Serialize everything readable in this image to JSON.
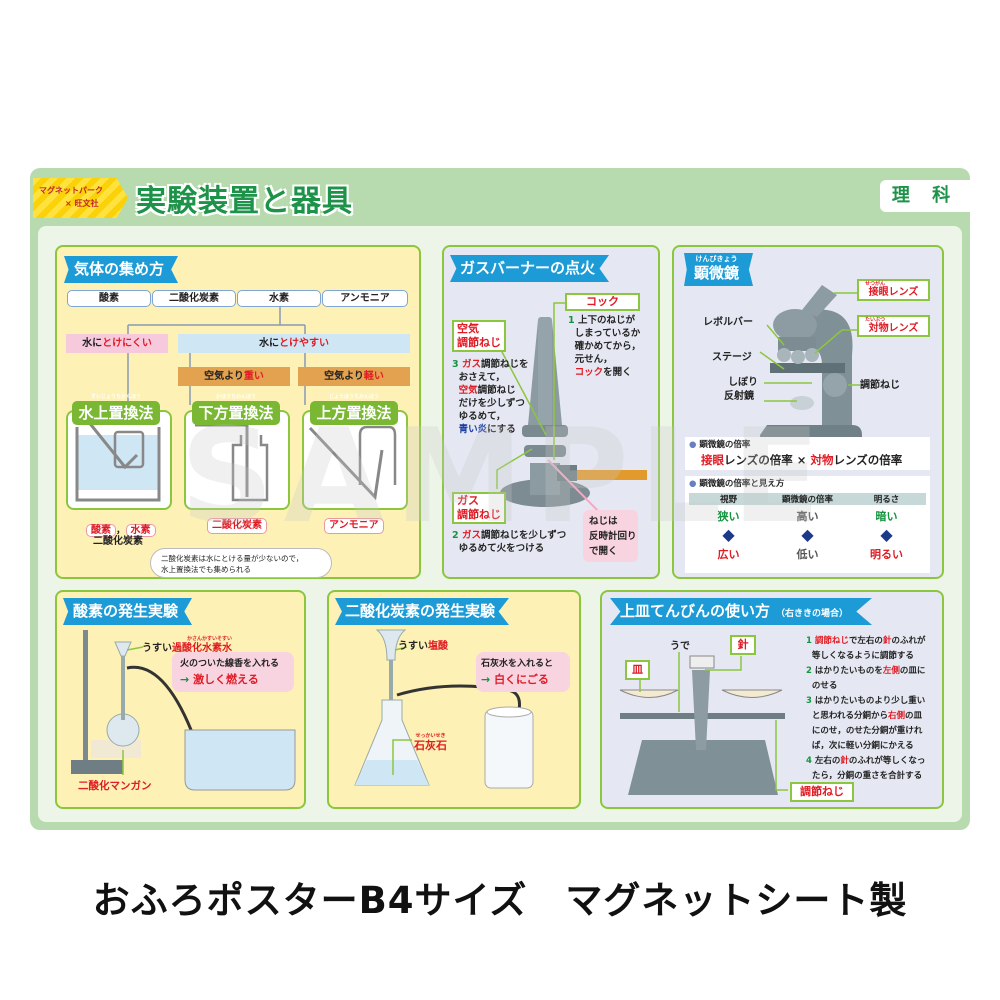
{
  "header": {
    "brand_line1": "マグネットパーク",
    "brand_line2": "× 旺文社",
    "title": "実験装置と器具",
    "subject": "理 科"
  },
  "gas_collection": {
    "title": "気体の集め方",
    "gases": [
      "酸素",
      "二酸化炭素",
      "水素",
      "アンモニア"
    ],
    "insoluble": {
      "pre": "水に",
      "hl": "とけにくい"
    },
    "soluble": {
      "pre": "水に",
      "hl": "とけやすい"
    },
    "heavier": {
      "pre": "空気より",
      "hl": "重い"
    },
    "lighter": {
      "pre": "空気より",
      "hl": "軽い"
    },
    "methods": [
      {
        "name": "水上置換法",
        "ruby": "すいじょうちかんほう"
      },
      {
        "name": "下方置換法",
        "ruby": "かほうちかんほう"
      },
      {
        "name": "上方置換法",
        "ruby": "じょうほうちかんほう"
      }
    ],
    "results": {
      "water_a": "酸素",
      "sep": "，",
      "water_b": "水素",
      "water_c": "二酸化炭素",
      "down": "二酸化炭素",
      "up": "アンモニア"
    },
    "note": [
      "二酸化炭素は水にとける量が少ないので，",
      "水上置換法でも集められる"
    ]
  },
  "burner": {
    "title": "ガスバーナーの点火",
    "cock_label": "コック",
    "step1": {
      "num": "1",
      "lines": [
        "上下のねじが",
        "しまっているか",
        "確かめてから，",
        "元せん，"
      ],
      "hl": "コック",
      "tail": "を開く"
    },
    "air_label": [
      "空気",
      "調節ねじ"
    ],
    "step3": {
      "num": "3",
      "l1_hl": "ガス",
      "l1": "調節ねじを",
      "l2": "おさえて，",
      "l3_hl": "空気",
      "l3": "調節ねじ",
      "l4": "だけを少しずつ",
      "l5": "ゆるめて，",
      "l6_hl": "青い炎",
      "l6": "にする"
    },
    "gas_label": [
      "ガス",
      "調節ねじ"
    ],
    "step2": {
      "num": "2",
      "l1_hl": "ガス",
      "l1": "調節ねじを少しずつ",
      "l2": "ゆるめて火をつける"
    },
    "note": [
      "ねじは",
      "反時計回り",
      "で開く"
    ]
  },
  "microscope": {
    "title": "顕微鏡",
    "title_ruby": "けんびきょう",
    "eyepiece": {
      "hl": "接眼",
      "rest": "レンズ",
      "ruby": "せつがん"
    },
    "objective": {
      "hl": "対物",
      "rest": "レンズ",
      "ruby": "たいぶつ"
    },
    "parts": [
      "レボルバー",
      "ステージ",
      "しぼり",
      "反射鏡",
      "調節ねじ"
    ],
    "mag_heading": "顕微鏡の倍率",
    "formula": {
      "a_hl": "接眼",
      "a": "レンズの倍率",
      "x": "×",
      "b_hl": "対物",
      "b": "レンズの倍率"
    },
    "table_heading": "顕微鏡の倍率と見え方",
    "columns": [
      "視野",
      "顕微鏡の倍率",
      "明るさ"
    ],
    "row_high": [
      "狭い",
      "高い",
      "暗い"
    ],
    "row_low": [
      "広い",
      "低い",
      "明るい"
    ]
  },
  "oxygen": {
    "title": "酸素の発生実験",
    "reagent": {
      "pre": "うすい",
      "hl": "過酸化水素水",
      "ruby": "かさんかすいそすい"
    },
    "bubble_l1": "火のついた線香を入れる",
    "arrow": "→",
    "bubble_hl": "激しく燃える",
    "catalyst": "二酸化マンガン"
  },
  "co2": {
    "title": "二酸化炭素の発生実験",
    "reagent": {
      "pre": "うすい",
      "hl": "塩酸"
    },
    "bubble_l1": "石灰水を入れると",
    "arrow": "→",
    "bubble_hl": "白くにごる",
    "stone": "石灰石",
    "stone_ruby": "せっかいせき"
  },
  "balance": {
    "title": "上皿てんびんの使い方",
    "subtitle": "（右ききの場合）",
    "labels": {
      "pan": "皿",
      "arm": "うで",
      "needle": "針",
      "screw": "調節ねじ"
    },
    "steps": [
      {
        "num": "1",
        "parts": [
          {
            "t": "調節ねじ",
            "hl": true
          },
          {
            "t": "で左右の"
          },
          {
            "t": "針",
            "hl": true
          },
          {
            "t": "のふれが"
          }
        ],
        "l2": "等しくなるように調節する"
      },
      {
        "num": "2",
        "parts": [
          {
            "t": "はかりたいものを"
          },
          {
            "t": "左側",
            "hl": true
          },
          {
            "t": "の皿に"
          }
        ],
        "l2": "のせる"
      },
      {
        "num": "3",
        "parts": [
          {
            "t": "はかりたいものより少し重い"
          }
        ],
        "l2": "と思われる分銅から",
        "l2_hl": "右側",
        "l2_tail": "の皿",
        "l3": "にのせ，のせた分銅が重けれ",
        "l4": "ば，次に軽い分銅にかえる"
      },
      {
        "num": "4",
        "parts": [
          {
            "t": "左右の"
          },
          {
            "t": "針",
            "hl": true
          },
          {
            "t": "のふれが等しくなっ"
          }
        ],
        "l2": "たら，分銅の重さを合計する"
      }
    ]
  },
  "watermark": "SAMPLE",
  "caption": "おふろポスターB4サイズ　マグネットシート製",
  "colors": {
    "green_frame": "#b7dbae",
    "panel_border": "#8cc63f",
    "ribbon": "#1c9bd7",
    "highlight_red": "#e01b24",
    "panel_yellow": "#fdf1b6",
    "panel_blue": "#e5e8f2"
  }
}
